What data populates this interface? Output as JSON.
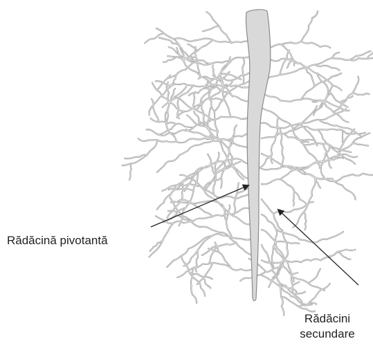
{
  "labels": {
    "taproot": "Rădăcină pivotantă",
    "secondary_line1": "Rădăcini",
    "secondary_line2": "secundare"
  },
  "colors": {
    "root_fill": "#d9d9d9",
    "root_stroke": "#8a8a8a",
    "arrow": "#222222"
  }
}
